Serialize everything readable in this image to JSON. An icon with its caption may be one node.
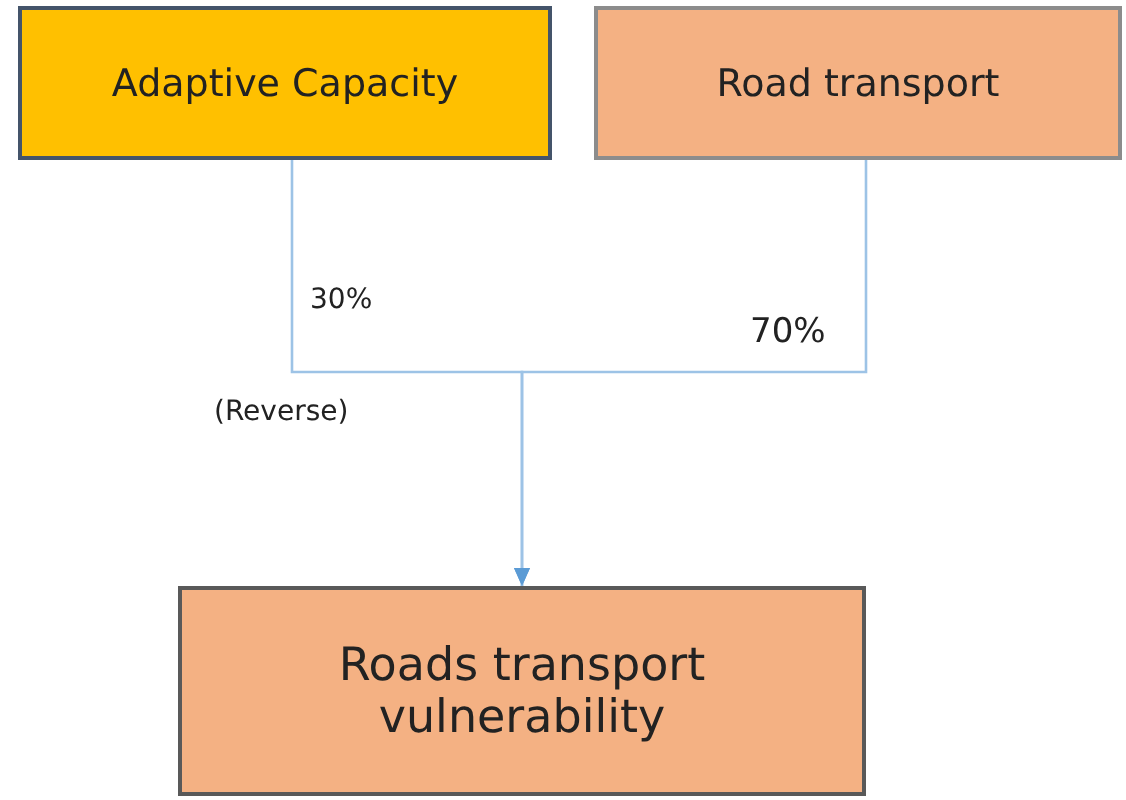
{
  "diagram": {
    "nodes": [
      {
        "text": [
          "Adaptive Capacity"
        ]
      },
      {
        "text": [
          "Road transport"
        ]
      },
      {
        "text": [
          "Roads transport vulnerability"
        ]
      }
    ],
    "edges": [
      {
        "from": 0,
        "to": 2,
        "arrow": "to",
        "label": "30%"
      },
      {
        "from": 1,
        "to": 2,
        "arrow": "to",
        "label": "70%"
      }
    ],
    "labels": [
      "(Reverse)"
    ]
  }
}
